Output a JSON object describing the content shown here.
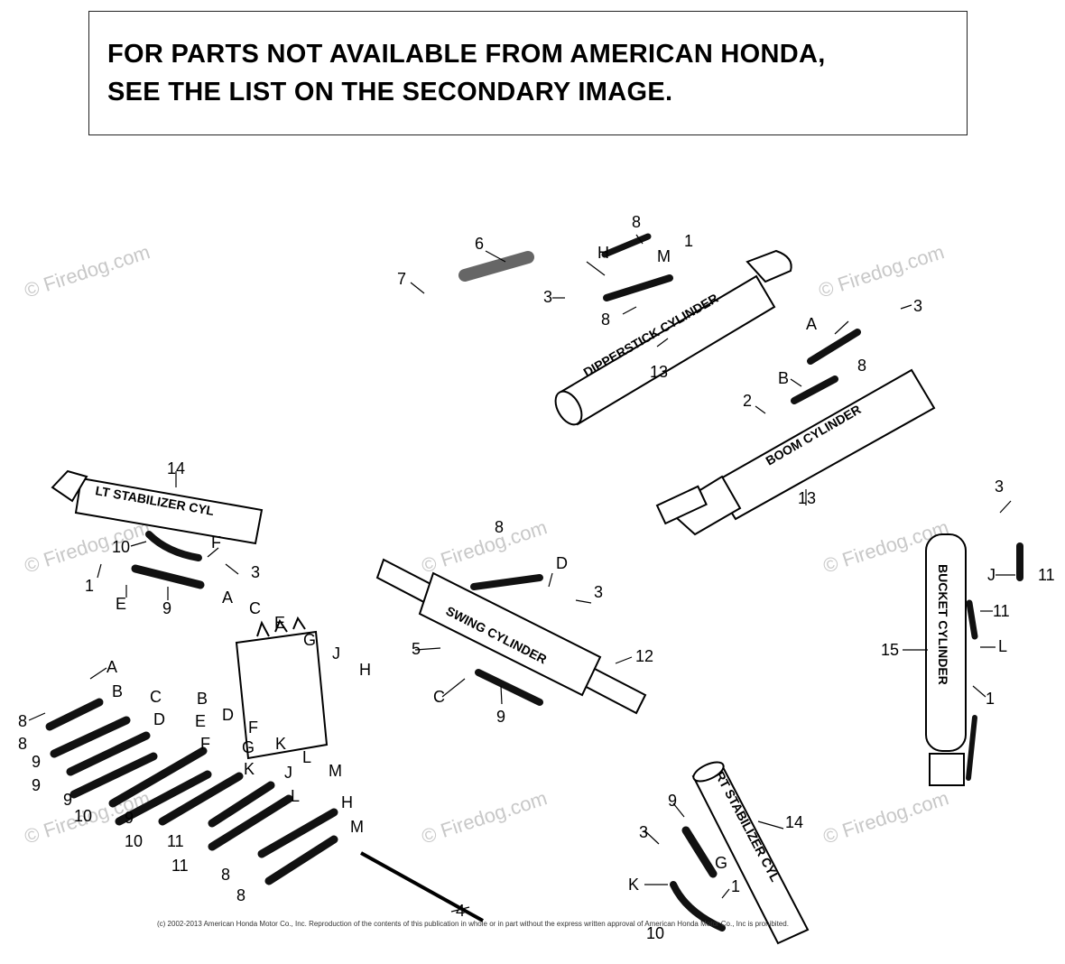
{
  "notice": {
    "line1": "FOR PARTS NOT AVAILABLE FROM AMERICAN HONDA,",
    "line2": "SEE THE LIST ON THE SECONDARY IMAGE."
  },
  "watermark": "© Firedog.com",
  "cylinders": {
    "dipperstick": "DIPPERSTICK CYLINDER",
    "boom": "BOOM CYLINDER",
    "lt_stabilizer": "LT STABILIZER CYL",
    "swing": "SWING CYLINDER",
    "bucket": "BUCKET CYLINDER",
    "rt_stabilizer": "RT STABILIZER CYL"
  },
  "callouts": [
    "1",
    "2",
    "3",
    "4",
    "5",
    "6",
    "7",
    "8",
    "9",
    "10",
    "11",
    "12",
    "13",
    "14",
    "15",
    "A",
    "B",
    "C",
    "D",
    "E",
    "F",
    "G",
    "H",
    "J",
    "K",
    "L",
    "M"
  ],
  "copyright": "(c) 2002-2013 American Honda Motor Co., Inc. Reproduction of the contents of this publication in whole or in part without the express written approval of American Honda Motor Co., Inc is prohibited."
}
